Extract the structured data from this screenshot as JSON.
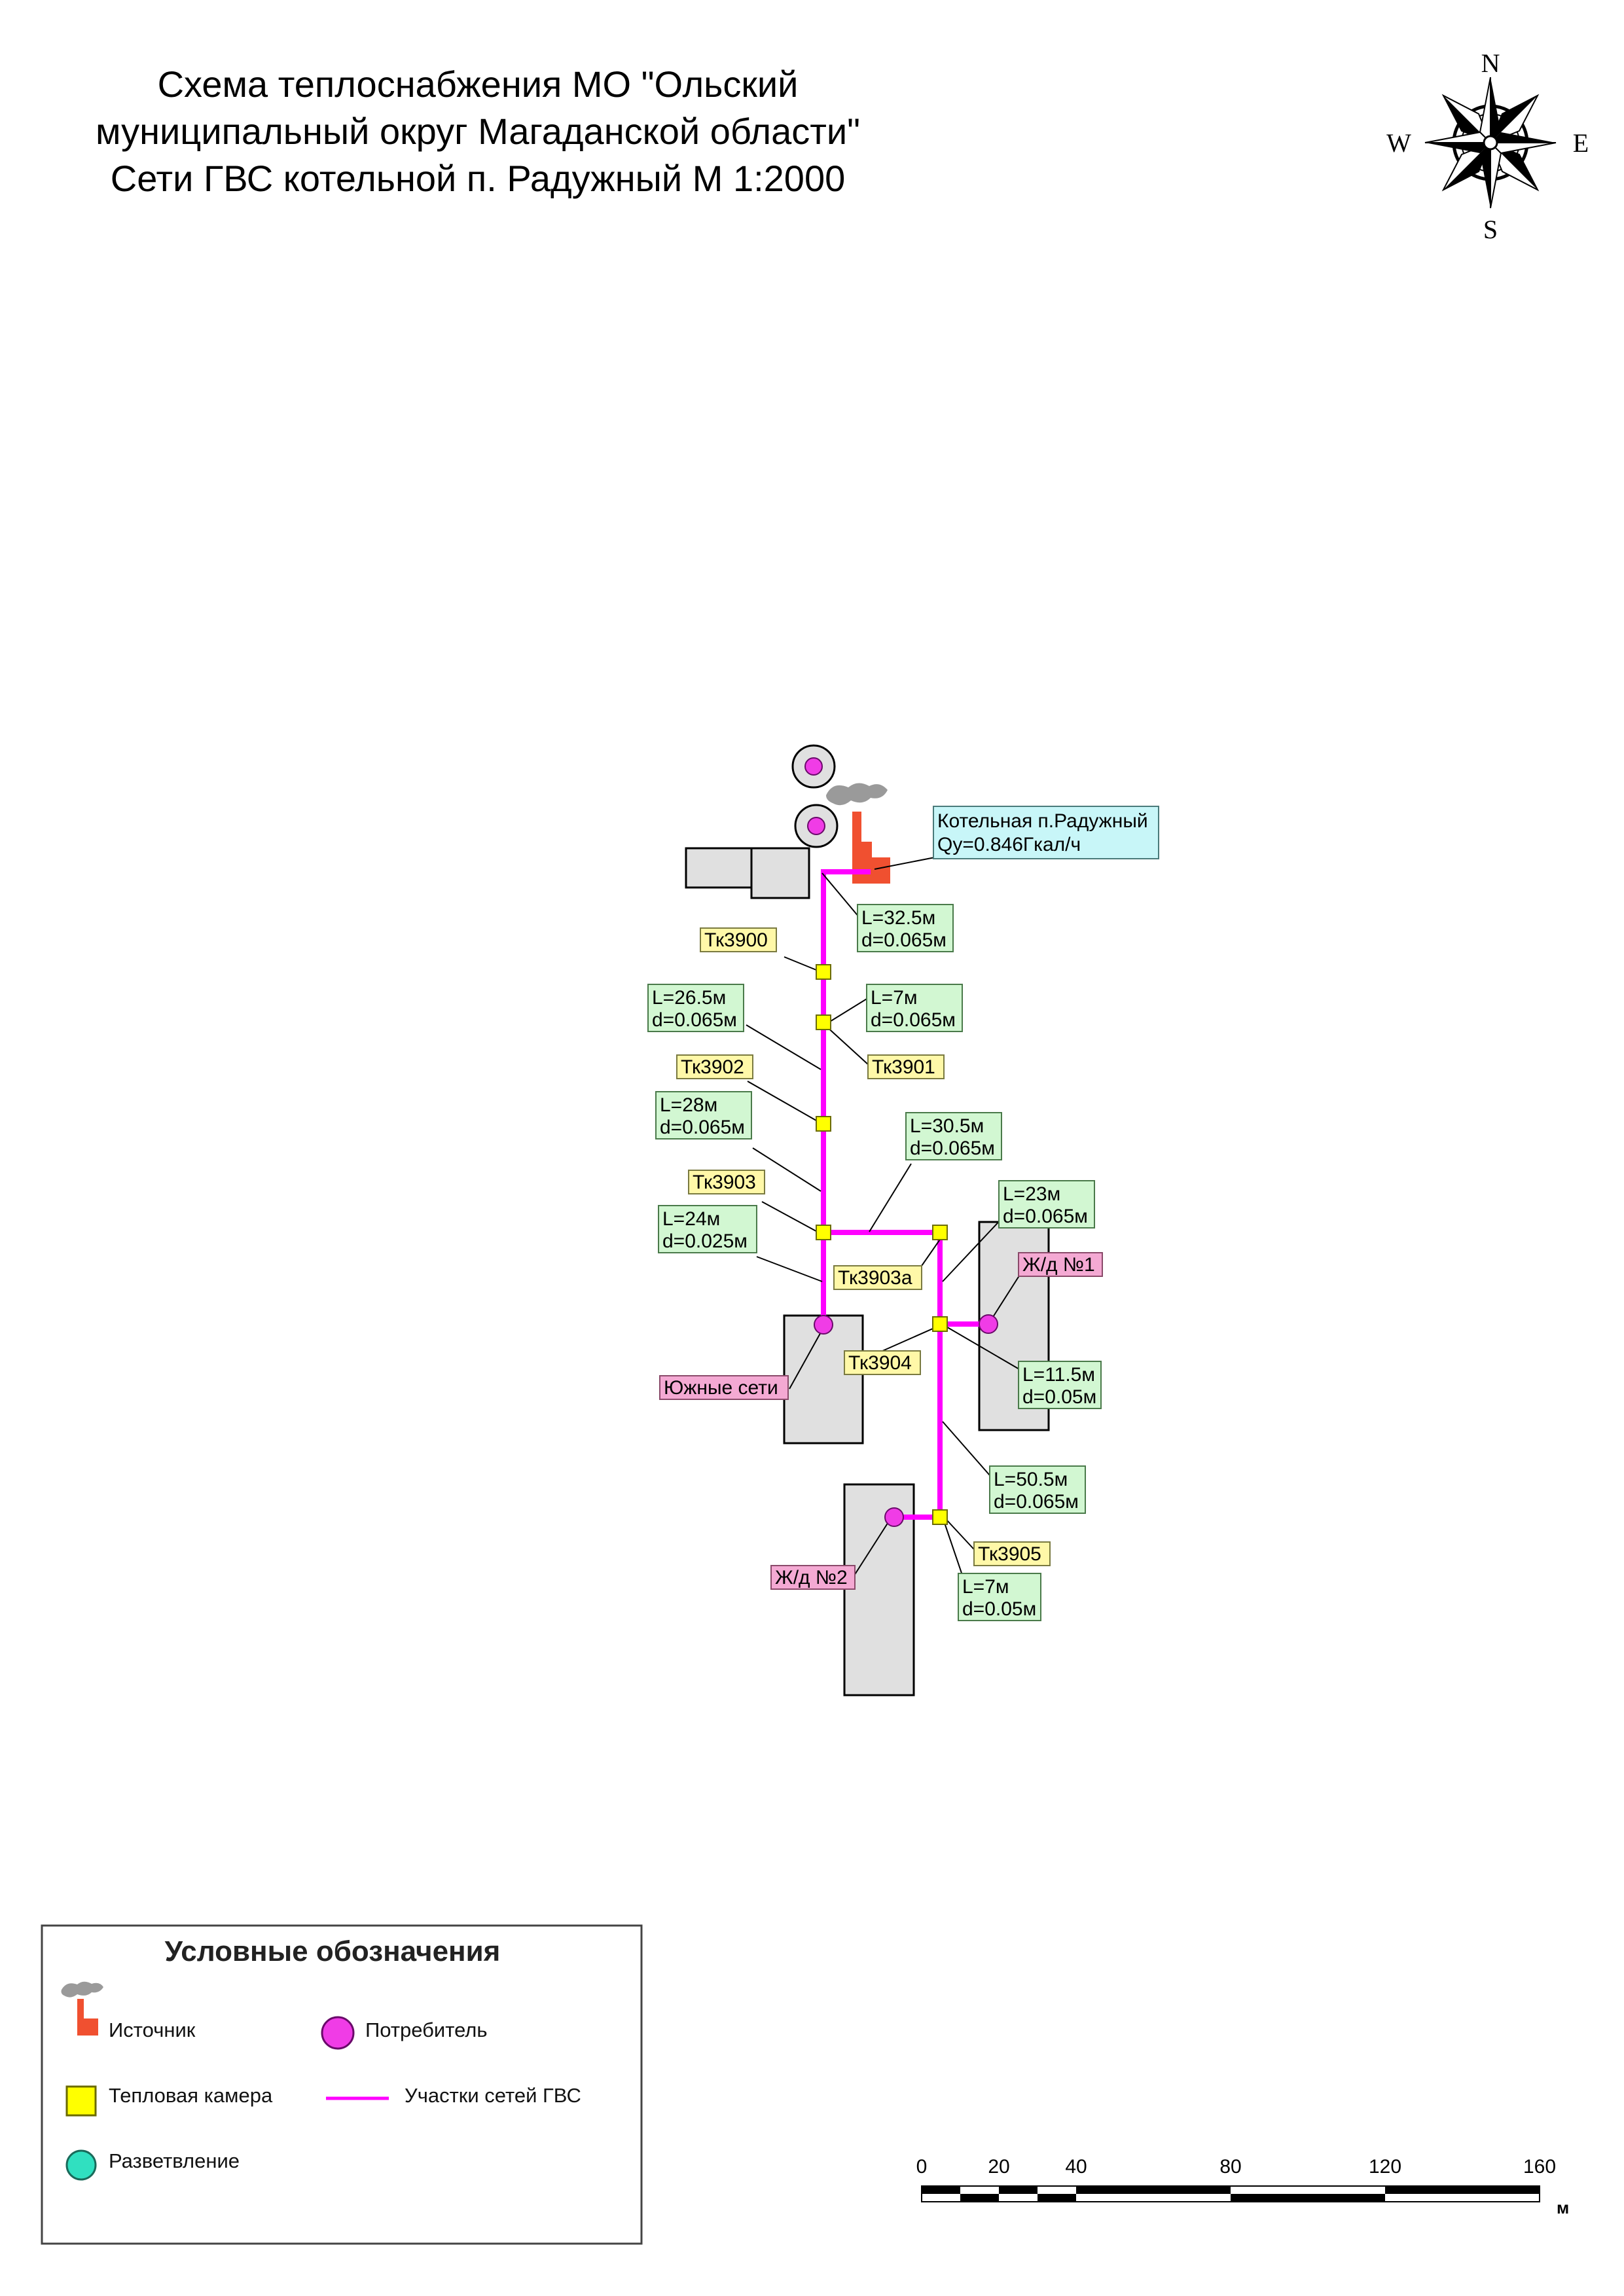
{
  "title": {
    "line1": "Схема теплоснабжения МО \"Ольский",
    "line2": "муниципальный округ Магаданской области\"",
    "line3": "Сети ГВС котельной п. Радужный М 1:2000"
  },
  "compass": {
    "north": "N",
    "south": "S",
    "west": "W",
    "east": "E"
  },
  "colors": {
    "pipe": "#ff00ff",
    "chamber": "#ffff00",
    "consumer": "#f03ce6",
    "branch": "#30e0c0",
    "source": "#f05030",
    "building": "#e0e0e0"
  },
  "source_label": {
    "line1": "Котельная п.Радужный",
    "line2": "Qy=0.846Гкал/ч"
  },
  "chambers": {
    "tk3900": "Тк3900",
    "tk3901": "Тк3901",
    "tk3902": "Тк3902",
    "tk3903": "Тк3903",
    "tk3903a": "Тк3903а",
    "tk3904": "Тк3904",
    "tk3905": "Тк3905"
  },
  "consumers": {
    "south": "Южные сети",
    "house1": "Ж/д №1",
    "house2": "Ж/д №2"
  },
  "sections": {
    "s1": {
      "L": "L=32.5м",
      "d": "d=0.065м"
    },
    "s2": {
      "L": "L=26.5м",
      "d": "d=0.065м"
    },
    "s3": {
      "L": "L=7м",
      "d": "d=0.065м"
    },
    "s4": {
      "L": "L=28м",
      "d": "d=0.065м"
    },
    "s5": {
      "L": "L=30.5м",
      "d": "d=0.065м"
    },
    "s6": {
      "L": "L=23м",
      "d": "d=0.065м"
    },
    "s7": {
      "L": "L=24м",
      "d": "d=0.025м"
    },
    "s8": {
      "L": "L=11.5м",
      "d": "d=0.05м"
    },
    "s9": {
      "L": "L=50.5м",
      "d": "d=0.065м"
    },
    "s10": {
      "L": "L=7м",
      "d": "d=0.05м"
    }
  },
  "legend": {
    "title": "Условные обозначения",
    "source": "Источник",
    "consumer": "Потребитель",
    "chamber": "Тепловая камера",
    "pipe": "Участки сетей ГВС",
    "branch": "Разветвление"
  },
  "scale_bar": {
    "ticks": [
      "0",
      "20",
      "40",
      "80",
      "120",
      "160"
    ],
    "unit": "м"
  }
}
